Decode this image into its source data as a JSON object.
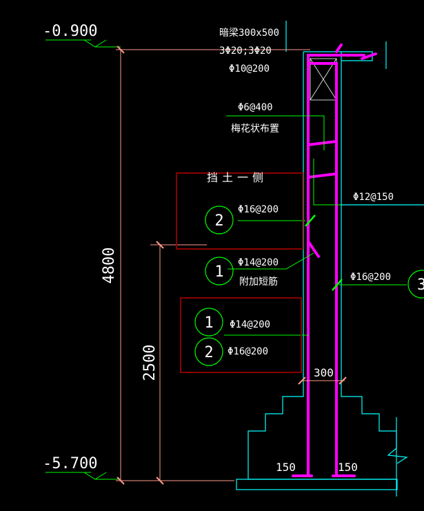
{
  "drawing": {
    "elevation_top": "-0.900",
    "elevation_bottom": "-5.700",
    "dim_total_height": "4800",
    "dim_lower_height": "2500",
    "dim_wall_thickness": "300",
    "dim_left_toe": "150",
    "dim_right_toe": "150",
    "beam_label": "暗梁300x500",
    "beam_rebar": "3Φ20;3Φ20",
    "beam_stirrup": "Φ10@200",
    "tie_bar": "Φ6@400",
    "tie_layout": "梅花状布置",
    "soil_side": "挡土一侧",
    "rebar_outer_vertical": "Φ16@200",
    "rebar_additional": "Φ14@200",
    "rebar_additional_note": "附加短筋",
    "rebar_inner_horizontal": "Φ12@150",
    "rebar_inner_vertical": "Φ16@200",
    "box_rebar_1": "Φ14@200",
    "box_rebar_2": "Φ16@200",
    "circle_1": "1",
    "circle_2": "2",
    "circle_3": "3"
  },
  "colors": {
    "background": "#000000",
    "text": "#ffffff",
    "dimension": "#ff9a8a",
    "leader": "#00ff00",
    "concrete_outline": "#00ffff",
    "rebar": "#ff00ff",
    "highlight_box": "#8b0000",
    "elevation_mark": "#00ff00"
  }
}
